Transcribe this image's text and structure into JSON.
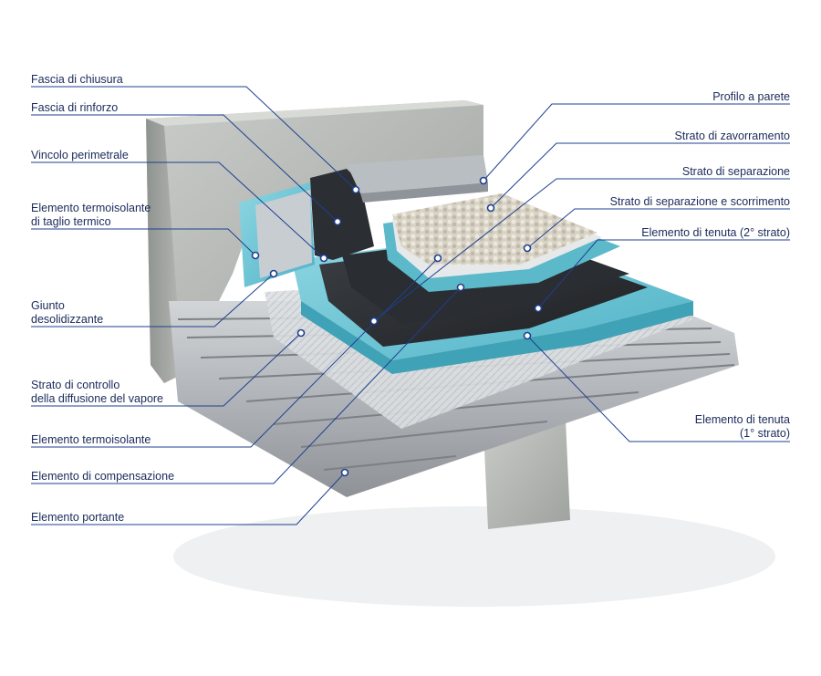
{
  "labels_left": [
    {
      "id": "fascia-di-chiusura",
      "lines": [
        "Fascia di chiusura"
      ]
    },
    {
      "id": "fascia-di-rinforzo",
      "lines": [
        "Fascia di rinforzo"
      ]
    },
    {
      "id": "vincolo-perimetrale",
      "lines": [
        "Vincolo perimetrale"
      ]
    },
    {
      "id": "elemento-termoisolante-taglio",
      "lines": [
        "Elemento termoisolante",
        "di taglio termico"
      ]
    },
    {
      "id": "giunto-desolidizzante",
      "lines": [
        "Giunto",
        "desolidizzante"
      ]
    },
    {
      "id": "strato-controllo-vapore",
      "lines": [
        "Strato di controllo",
        "della diffusione del vapore"
      ]
    },
    {
      "id": "elemento-termoisolante",
      "lines": [
        "Elemento termoisolante"
      ]
    },
    {
      "id": "elemento-compensazione",
      "lines": [
        "Elemento di compensazione"
      ]
    },
    {
      "id": "elemento-portante",
      "lines": [
        "Elemento portante"
      ]
    }
  ],
  "labels_right": [
    {
      "id": "profilo-a-parete",
      "lines": [
        "Profilo a parete"
      ]
    },
    {
      "id": "strato-zavorramento",
      "lines": [
        "Strato di zavorramento"
      ]
    },
    {
      "id": "strato-separazione",
      "lines": [
        "Strato di separazione"
      ]
    },
    {
      "id": "strato-separazione-scorrimento",
      "lines": [
        "Strato di separazione e scorrimento"
      ]
    },
    {
      "id": "elemento-tenuta-2",
      "lines": [
        "Elemento di tenuta (2° strato)"
      ]
    },
    {
      "id": "elemento-tenuta-1",
      "lines": [
        "Elemento di tenuta",
        "(1° strato)"
      ]
    }
  ],
  "colors": {
    "label_text": "#1a2a5a",
    "leader_line": "#1f3f8f",
    "concrete": "#b8bcb8",
    "insulation": "#6ec4d4",
    "membrane": "#2f3236",
    "steel_deck": "#a9adb2",
    "gravel": "#d8d3c6"
  }
}
